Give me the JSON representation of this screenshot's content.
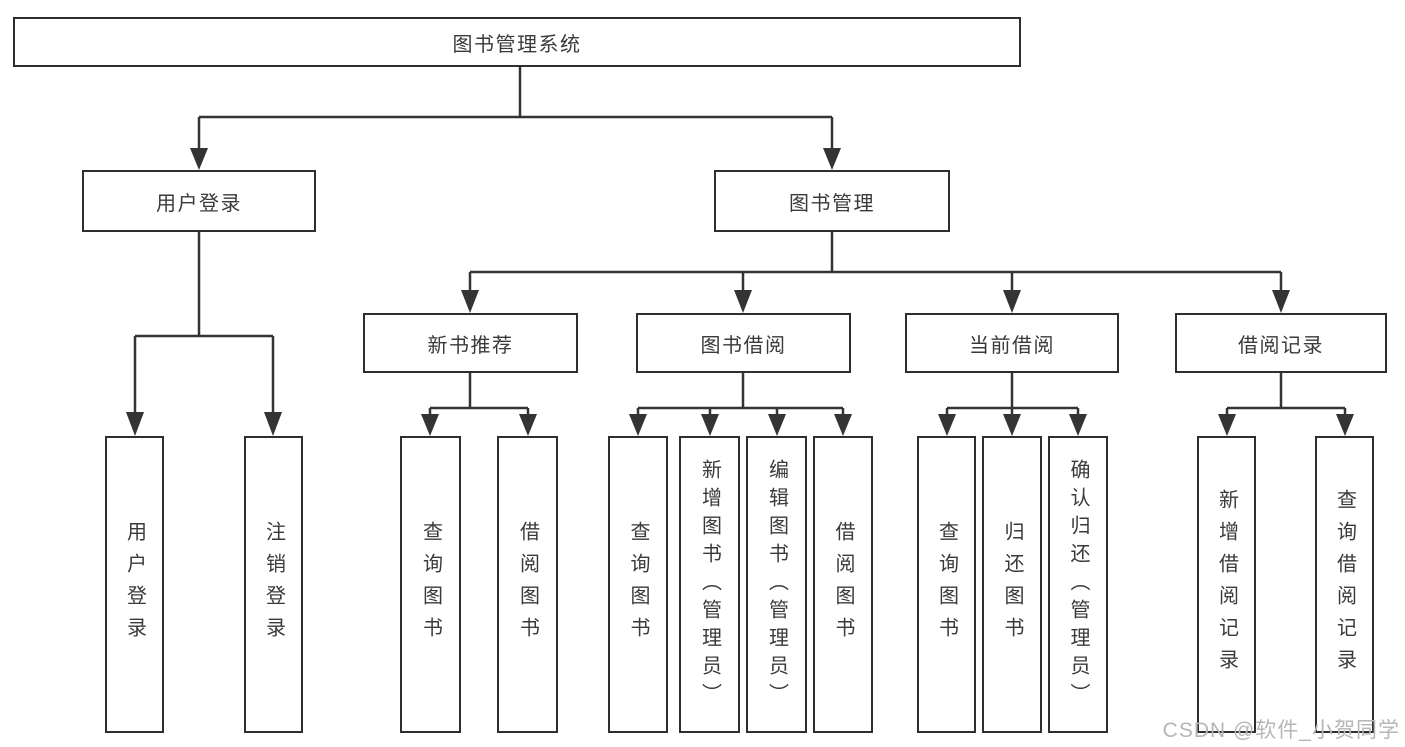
{
  "diagram": {
    "type": "tree",
    "root": {
      "label": "图书管理系统",
      "children": [
        {
          "label": "用户登录",
          "children": [
            {
              "label": "用户登录"
            },
            {
              "label": "注销登录"
            }
          ]
        },
        {
          "label": "图书管理",
          "children": [
            {
              "label": "新书推荐",
              "children": [
                {
                  "label": "查询图书"
                },
                {
                  "label": "借阅图书"
                }
              ]
            },
            {
              "label": "图书借阅",
              "children": [
                {
                  "label": "查询图书"
                },
                {
                  "label": "新增图书（管理员）"
                },
                {
                  "label": "编辑图书（管理员）"
                },
                {
                  "label": "借阅图书"
                }
              ]
            },
            {
              "label": "当前借阅",
              "children": [
                {
                  "label": "查询图书"
                },
                {
                  "label": "归还图书"
                },
                {
                  "label": "确认归还（管理员）"
                }
              ]
            },
            {
              "label": "借阅记录",
              "children": [
                {
                  "label": "新增借阅记录"
                },
                {
                  "label": "查询借阅记录"
                }
              ]
            }
          ]
        }
      ]
    }
  },
  "watermark": {
    "text": "CSDN @软件_小贺同学"
  },
  "colors": {
    "line": "#343434",
    "box_border": "#2e2e2e",
    "box_fill": "#ffffff",
    "text": "#3a3a3a",
    "watermark": "#b6b6b6"
  }
}
